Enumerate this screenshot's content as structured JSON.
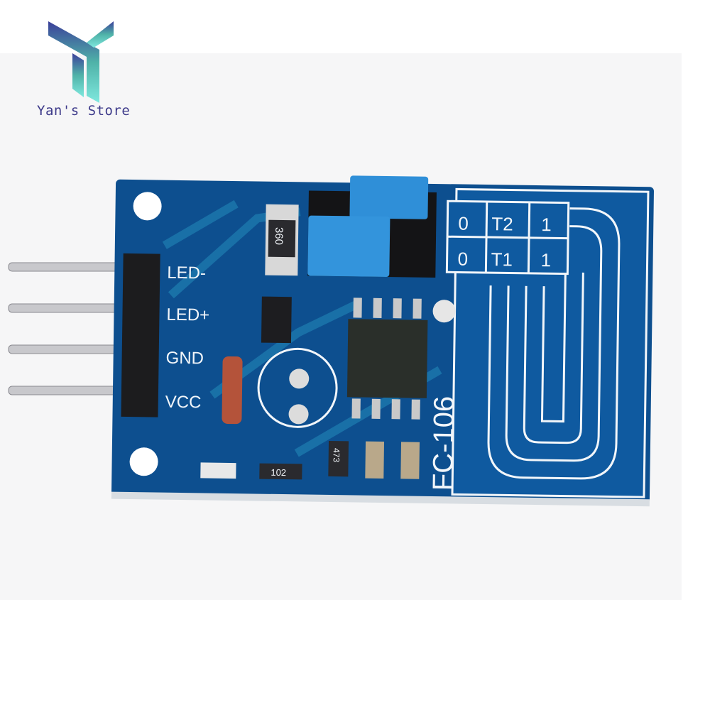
{
  "brand": {
    "name": "Yan's Store",
    "logo": "Y-logo-gradient"
  },
  "board": {
    "model": "FC-106",
    "pin_labels": [
      "LED-",
      "LED+",
      "GND",
      "VCC"
    ],
    "jumper_table": [
      [
        "0",
        "T2",
        "1"
      ],
      [
        "0",
        "T1",
        "1"
      ]
    ],
    "resistor_codes": [
      "360",
      "102",
      "473"
    ],
    "colors": {
      "pcb": "#0d4f8f",
      "trace": "#1a73a8",
      "silk": "#f2f6fa",
      "jumper": "#2f8fd8"
    }
  }
}
